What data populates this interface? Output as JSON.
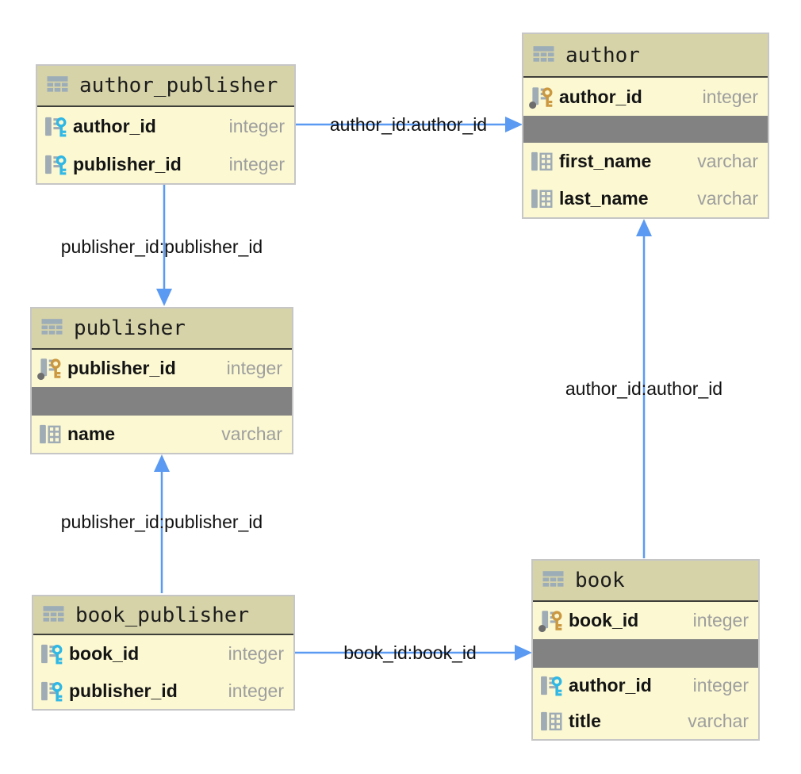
{
  "diagram": {
    "kind": "entity-relationship-diagram",
    "colors": {
      "table_header_bg": "#d6d3a9",
      "table_body_bg": "#fbf8d2",
      "table_border": "#c6c6c6",
      "separator_band": "#828282",
      "edge_blue": "#5b9af2",
      "primary_key_gold": "#cb9840",
      "foreign_key_cyan": "#2fb7e5",
      "icon_gray": "#9fabb5",
      "type_text_gray": "#9e9e9e",
      "canvas_bg": "#ffffff"
    },
    "tables": [
      {
        "title": "author_publisher",
        "header_icon": "table-icon",
        "columns": [
          {
            "name": "author_id",
            "type": "integer",
            "icon": "foreign-key-icon"
          },
          {
            "name": "publisher_id",
            "type": "integer",
            "icon": "foreign-key-icon"
          }
        ]
      },
      {
        "title": "author",
        "header_icon": "table-icon",
        "columns": [
          {
            "name": "author_id",
            "type": "integer",
            "icon": "primary-key-icon"
          },
          {
            "name": "first_name",
            "type": "varchar",
            "icon": "column-icon"
          },
          {
            "name": "last_name",
            "type": "varchar",
            "icon": "column-icon"
          }
        ]
      },
      {
        "title": "publisher",
        "header_icon": "table-icon",
        "columns": [
          {
            "name": "publisher_id",
            "type": "integer",
            "icon": "primary-key-icon"
          },
          {
            "name": "name",
            "type": "varchar",
            "icon": "column-icon"
          }
        ]
      },
      {
        "title": "book_publisher",
        "header_icon": "table-icon",
        "columns": [
          {
            "name": "book_id",
            "type": "integer",
            "icon": "foreign-key-icon"
          },
          {
            "name": "publisher_id",
            "type": "integer",
            "icon": "foreign-key-icon"
          }
        ]
      },
      {
        "title": "book",
        "header_icon": "table-icon",
        "columns": [
          {
            "name": "book_id",
            "type": "integer",
            "icon": "primary-key-icon"
          },
          {
            "name": "author_id",
            "type": "integer",
            "icon": "foreign-key-icon"
          },
          {
            "name": "title",
            "type": "varchar",
            "icon": "column-icon"
          }
        ]
      }
    ],
    "relations": [
      {
        "from": "author_publisher",
        "to": "author",
        "label": "author_id:author_id"
      },
      {
        "from": "author_publisher",
        "to": "publisher",
        "label": "publisher_id:publisher_id"
      },
      {
        "from": "book_publisher",
        "to": "publisher",
        "label": "publisher_id:publisher_id"
      },
      {
        "from": "book_publisher",
        "to": "book",
        "label": "book_id:book_id"
      },
      {
        "from": "book",
        "to": "author",
        "label": "author_id:author_id"
      }
    ]
  }
}
